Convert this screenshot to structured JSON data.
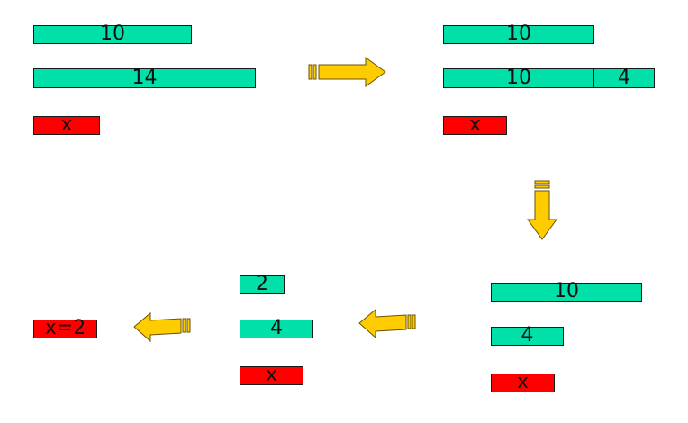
{
  "colors": {
    "quantity": "#00e0a8",
    "unknown": "#ff0000",
    "arrow": "#ffcc00"
  },
  "panel1": {
    "bar_top": "10",
    "bar_middle": "14",
    "bar_unknown": "x"
  },
  "panel2": {
    "bar_top": "10",
    "bar_middle_left": "10",
    "bar_middle_right": "4",
    "bar_unknown": "x"
  },
  "panel3": {
    "bar_top": "10",
    "bar_middle": "4",
    "bar_unknown": "x"
  },
  "panel4": {
    "bar_top": "2",
    "bar_middle": "4",
    "bar_unknown": "x"
  },
  "panel5": {
    "result": "x=2"
  },
  "icons": [
    "arrow-right-icon",
    "arrow-down-icon",
    "arrow-left-icon",
    "arrow-left-icon"
  ]
}
